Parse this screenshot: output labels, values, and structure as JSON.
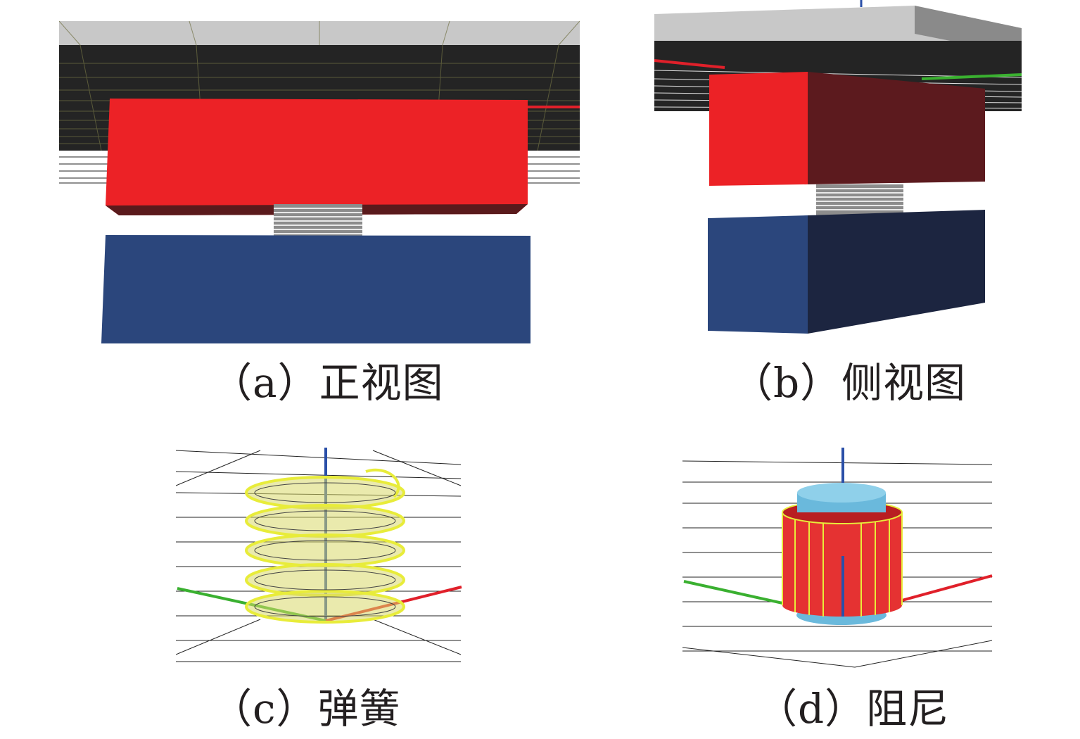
{
  "panels": [
    {
      "id": "a",
      "caption": "（a）正视图"
    },
    {
      "id": "b",
      "caption": "（b）侧视图"
    },
    {
      "id": "c",
      "caption": "（c）弹簧"
    },
    {
      "id": "d",
      "caption": "（d）阻尼"
    }
  ],
  "colors": {
    "red_block": "#ec2226",
    "blue_block": "#2b467c",
    "dark_band": "#242424",
    "grey_plate": "#c8c8c8",
    "spring_wire": "#e8ec3a",
    "damper_body": "#e53232",
    "damper_cap": "#6ab9dc",
    "axis_x": "#e0202a",
    "axis_y": "#3ab030",
    "axis_z": "#2a4fa8"
  }
}
